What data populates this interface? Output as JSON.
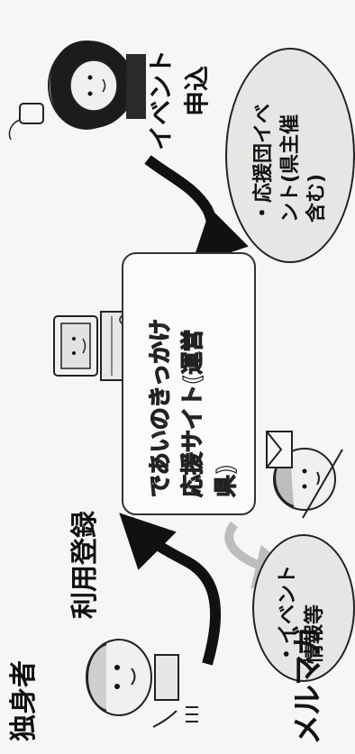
{
  "diagram": {
    "single_person_label": "独身者",
    "registration_label": "利用登録",
    "newsletter_label": "メルマガ",
    "newsletter_content_lines": [
      "・イベント",
      "情報等"
    ],
    "center_site_lines": [
      "であいのきっかけ",
      "応援サイト(運営",
      "県)"
    ],
    "event_label": "イベント",
    "application_label": "申込",
    "event_content_lines": [
      "・応援団イベ",
      "ント(県主催",
      "含む)"
    ]
  }
}
